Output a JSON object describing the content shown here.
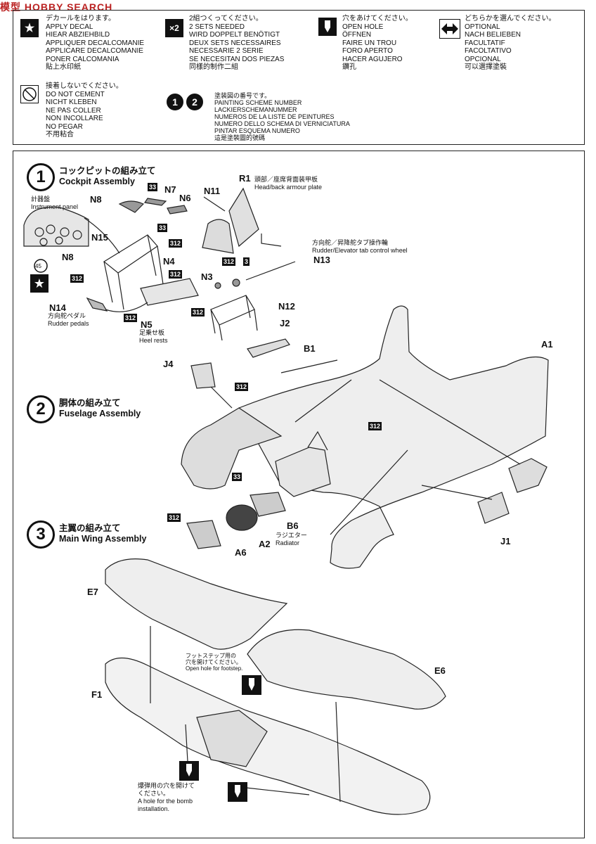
{
  "watermark": "模型 HOBBY SEARCH",
  "legend": {
    "decal": "デカールをはります。\nAPPLY DECAL\nHIEAR ABZIEHBILD\nAPPLIQUER DECALCOMANIE\nAPPLICARE DECALCOMANIE\nPONER CALCOMANIA\n貼上水印紙",
    "sets": "2組つくってください。\n2 SETS NEEDED\nWIRD DOPPELT BENÖTIGT\nDEUX SETS NECESSAIRES\nNECESSARIE 2 SERIE\nSE NECESITAN DOS PIEZAS\n同樣的制作二組",
    "sets_icon": "×2",
    "hole": "穴をあけてください。\nOPEN HOLE\nÖFFNEN\nFAIRE UN TROU\nFORO APERTO\nHACER AGUJERO\n鑽孔",
    "optional": "どちらかを選んでください。\nOPTIONAL\nNACH BELIEBEN\nFACULTATIF\nFACOLTATIVO\nOPCIONAL\n可以選擇塗裝",
    "nocement": "接着しないでください。\nDO NOT CEMENT\nNICHT KLEBEN\nNE PAS COLLER\nNON INCOLLARE\nNO PEGAR\n不用粘合",
    "scheme": "塗装図の番号です。\nPAINTING SCHEME NUMBER\nLACKIERSCHEMANUMMER\nNUMEROS DE LA LISTE DE PEINTURES\nNUMERO DELLO SCHEMA DI VERNICIATURA\nPINTAR ESQUEMA NUMERO\n這是塗裝圖的號碼"
  },
  "steps": [
    {
      "num": "1",
      "title": "コックピットの組み立て\nCockpit Assembly"
    },
    {
      "num": "2",
      "title": "胴体の組み立て\nFuselage Assembly"
    },
    {
      "num": "3",
      "title": "主翼の組み立て\nMain Wing Assembly"
    }
  ],
  "parts": {
    "N8a": "N8",
    "N7": "N7",
    "N6": "N6",
    "N11": "N11",
    "R1": "R1",
    "N15": "N15",
    "N4": "N4",
    "N13": "N13",
    "N3": "N3",
    "N14": "N14",
    "N5": "N5",
    "N12": "N12",
    "N8b": "N8",
    "J2": "J2",
    "B1": "B1",
    "A1": "A1",
    "J4": "J4",
    "B6": "B6",
    "A2": "A2",
    "A6": "A6",
    "J1": "J1",
    "E7": "E7",
    "E6": "E6",
    "F1": "F1"
  },
  "notes": {
    "instrument": "計器盤\nInstrument panel",
    "armour": "頭部／座席背面装甲板\nHead/back armour plate",
    "rudder_wheel": "方向舵／昇降舵タブ操作輪\nRudder/Elevator tab control wheel",
    "rudder_pedals": "方向舵ペダル\nRudder pedals",
    "heel_rests": "足乗せ板\nHeel rests",
    "radiator": "ラジエター\nRadiator",
    "footstep": "フットステップ用の\n穴を開けてください。\nOpen hole for footstep.",
    "bomb": "爆弾用の穴を開けて\nください。\nA hole for the bomb\ninstallation.",
    "decal45": "45"
  },
  "tags": {
    "t33": "33",
    "t312": "312",
    "t3": "3"
  }
}
